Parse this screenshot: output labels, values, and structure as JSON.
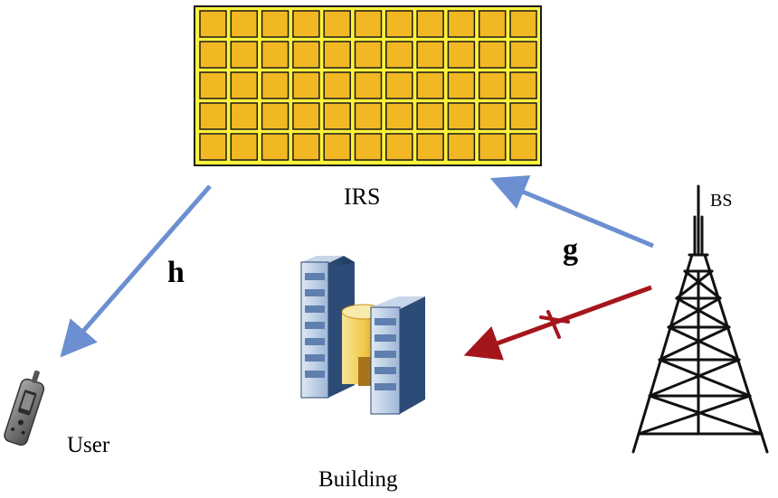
{
  "labels": {
    "irs": "IRS",
    "bs": "BS",
    "user": "User",
    "building": "Building",
    "h": "h",
    "g": "g"
  },
  "irs_panel": {
    "rows": 5,
    "cols": 11
  },
  "colors": {
    "panel_fill": "#fff23a",
    "element_fill": "#f2b824",
    "link_blue": "#6b8fd1",
    "link_red": "#a5161c",
    "tower": "#111111"
  },
  "icons": {
    "user": "handheld-phone-icon",
    "building": "server-building-icon",
    "bs": "transmission-tower-icon"
  }
}
